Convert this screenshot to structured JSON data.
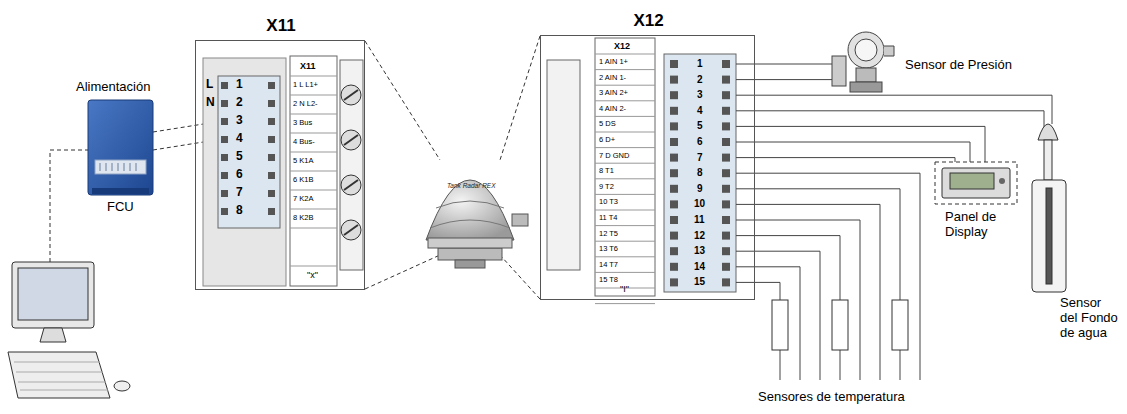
{
  "diagram": {
    "nodes": [
      {
        "text": [
          "X11"
        ]
      },
      {
        "text": [
          "X12"
        ]
      }
    ],
    "labels": [
      "Alimentación",
      "FCU",
      "L",
      "N",
      "1",
      "2",
      "3",
      "4",
      "5",
      "6",
      "7",
      "8",
      "X11",
      "1 L L1+",
      "2 N L2-",
      "3 Bus",
      "4 Bus-",
      "5 K1A",
      "6 K1B",
      "7 K2A",
      "8 K2B",
      "\"x\"",
      "X12",
      "1 AIN 1+",
      "2 AIN 1-",
      "3 AIN 2+",
      "4 AIN 2-",
      "5 DS",
      "6 D+",
      "7 D GND",
      "8 T1",
      "9 T2",
      "10 T3",
      "11 T4",
      "12 T5",
      "13 T6",
      "14 T7",
      "15 T8",
      "\"I\"",
      "1",
      "2",
      "3",
      "4",
      "5",
      "6",
      "7",
      "8",
      "9",
      "10",
      "11",
      "12",
      "13",
      "14",
      "15",
      "Tank Radar REX",
      "Sensor de Presión",
      "Panel de Display",
      "Sensor del Fondo de agua",
      "Sensores de temperatura"
    ]
  }
}
